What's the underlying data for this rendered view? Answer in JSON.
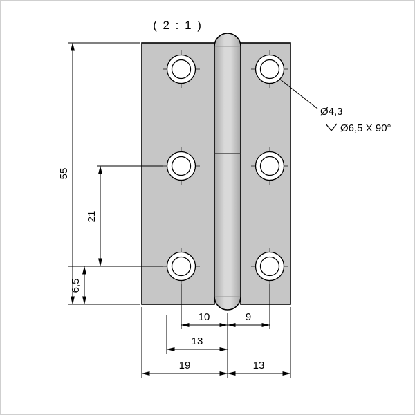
{
  "title": "( 2 : 1 )",
  "colors": {
    "background": "#ffffff",
    "line": "#000000",
    "leaf_fill": "#c6c6c6",
    "barrel_edge": "#a6a6a6",
    "barrel_mid": "#d9d9d9"
  },
  "dimensions": {
    "overall_height": "55",
    "hole_pitch_vertical": "21",
    "hole_bottom_offset": "6,5",
    "left_hole_to_pin_axis": "10",
    "pin_axis_to_right_hole": "9",
    "hole_offset_horizontal": "13",
    "left_leaf_width": "19",
    "right_leaf_width": "13"
  },
  "callouts": {
    "hole_diameter": "Ø4,3",
    "countersink_spec": "Ø6,5 X 90°"
  }
}
